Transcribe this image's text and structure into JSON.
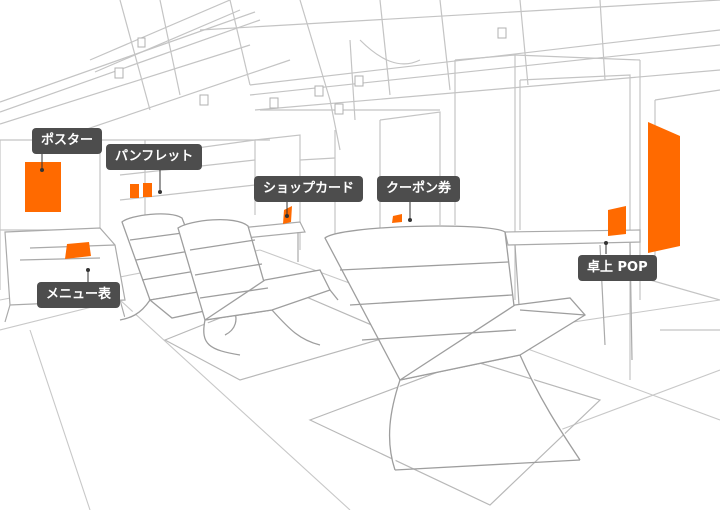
{
  "colors": {
    "accent": "#ff6a00",
    "label_bg": "#4d4d4d",
    "label_text": "#ffffff",
    "line": "#bdbdbd"
  },
  "labels": {
    "poster": "ポスター",
    "pamphlet": "パンフレット",
    "shop_card": "ショップカード",
    "coupon": "クーポン券",
    "menu": "メニュー表",
    "table_pop": "卓上 POP"
  }
}
